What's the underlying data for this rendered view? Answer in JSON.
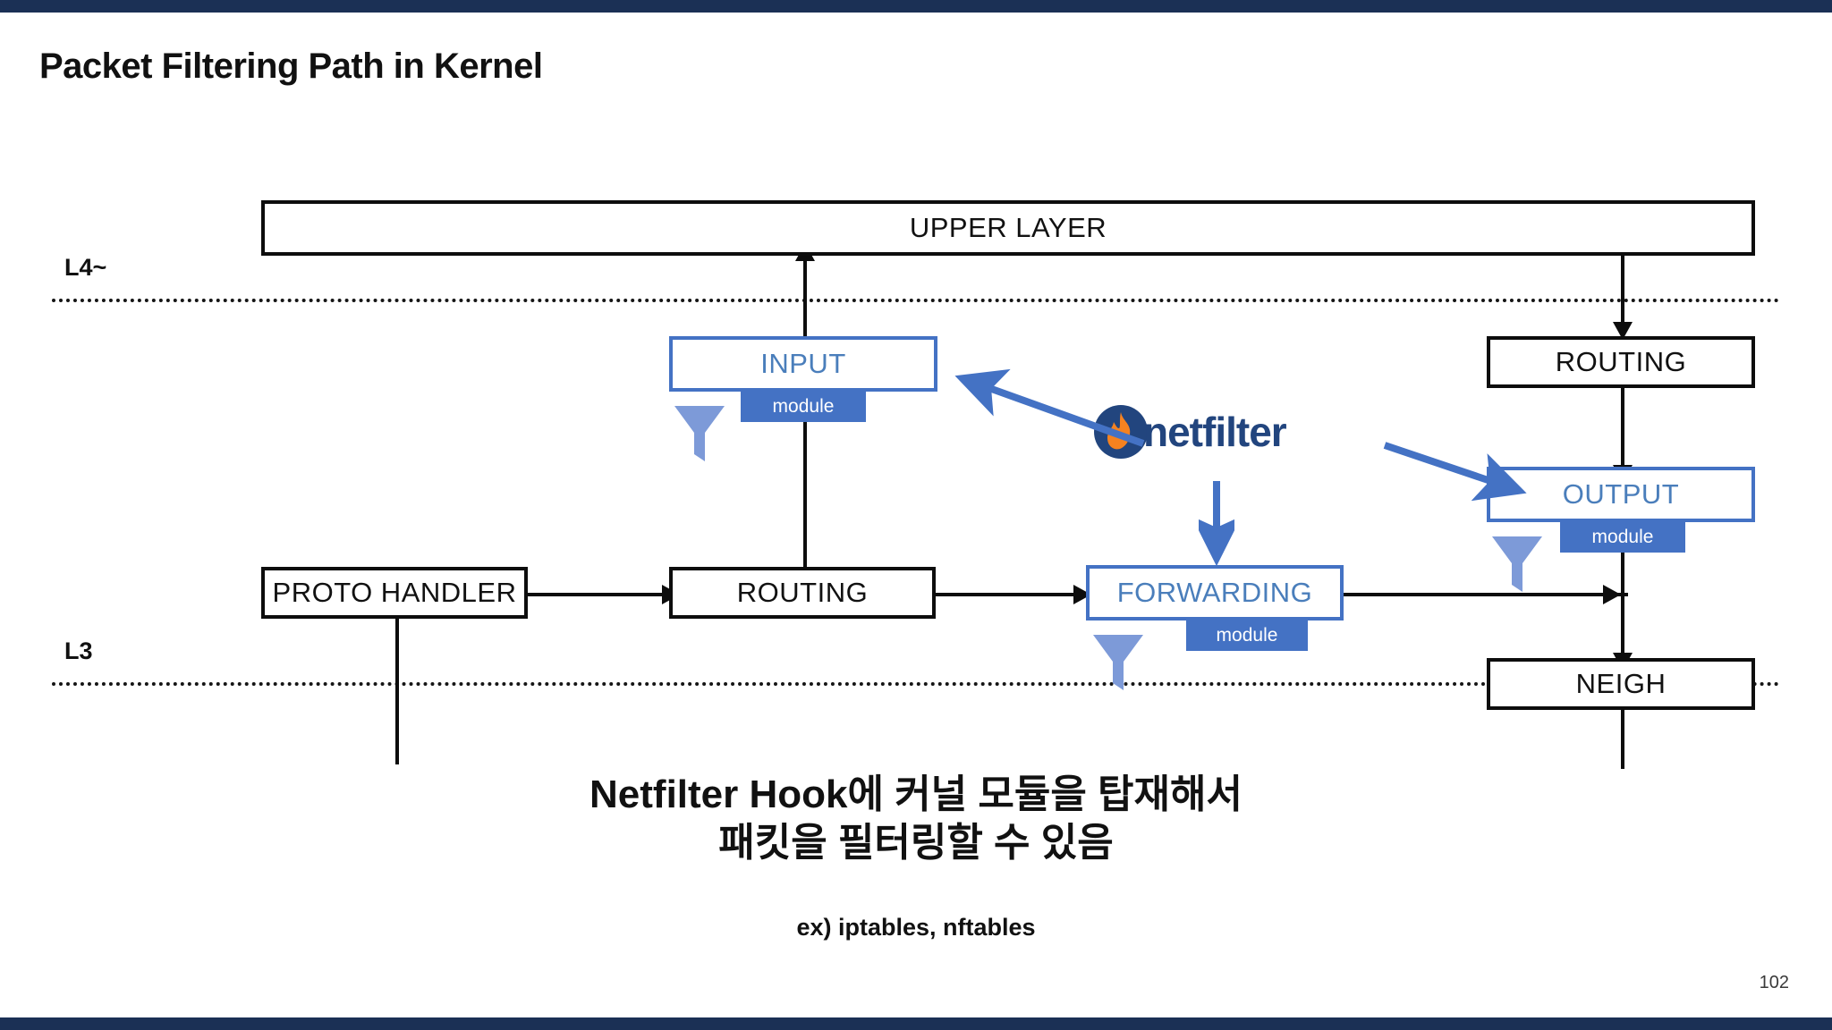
{
  "slide": {
    "title": "Packet Filtering Path in Kernel",
    "page_number": "102",
    "bar_color": "#1b3055"
  },
  "layers": [
    {
      "name": "l4",
      "label": "L4~"
    },
    {
      "name": "l3",
      "label": "L3"
    }
  ],
  "diagram": {
    "boxes": [
      {
        "name": "upper-layer",
        "label": "UPPER LAYER",
        "style": "black"
      },
      {
        "name": "input",
        "label": "INPUT",
        "style": "blue"
      },
      {
        "name": "routing-right",
        "label": "ROUTING",
        "style": "black"
      },
      {
        "name": "output",
        "label": "OUTPUT",
        "style": "blue"
      },
      {
        "name": "proto-handler",
        "label": "PROTO HANDLER",
        "style": "black"
      },
      {
        "name": "routing-mid",
        "label": "ROUTING",
        "style": "black"
      },
      {
        "name": "forwarding",
        "label": "FORWARDING",
        "style": "blue"
      },
      {
        "name": "neigh",
        "label": "NEIGH",
        "style": "black"
      }
    ],
    "module_chips": [
      {
        "for": "input",
        "label": "module"
      },
      {
        "for": "output",
        "label": "module"
      },
      {
        "for": "forwarding",
        "label": "module"
      }
    ],
    "logo": {
      "name": "netfilter",
      "wordmark": "netfilter",
      "circle_color": "#22457e",
      "flame_color": "#f58220",
      "text_color": "#22457e"
    },
    "colors": {
      "box_black": "#0d0d0d",
      "box_blue_border": "#4472c4",
      "box_blue_text": "#4a7ebb",
      "module_chip": "#4472c4",
      "funnel": "#7d9ad8",
      "accent_arrow": "#4472c4"
    }
  },
  "caption": {
    "line1": "Netfilter Hook에 커널 모듈을 탑재해서",
    "line2": "패킷을 필터링할 수 있음",
    "example": "ex) iptables, nftables"
  }
}
